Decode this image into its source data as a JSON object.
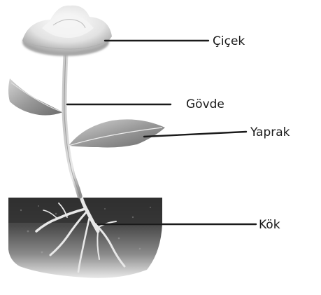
{
  "labels": {
    "flower": "Çiçek",
    "stem": "Gövde",
    "leaf": "Yaprak",
    "root": "Kök"
  }
}
